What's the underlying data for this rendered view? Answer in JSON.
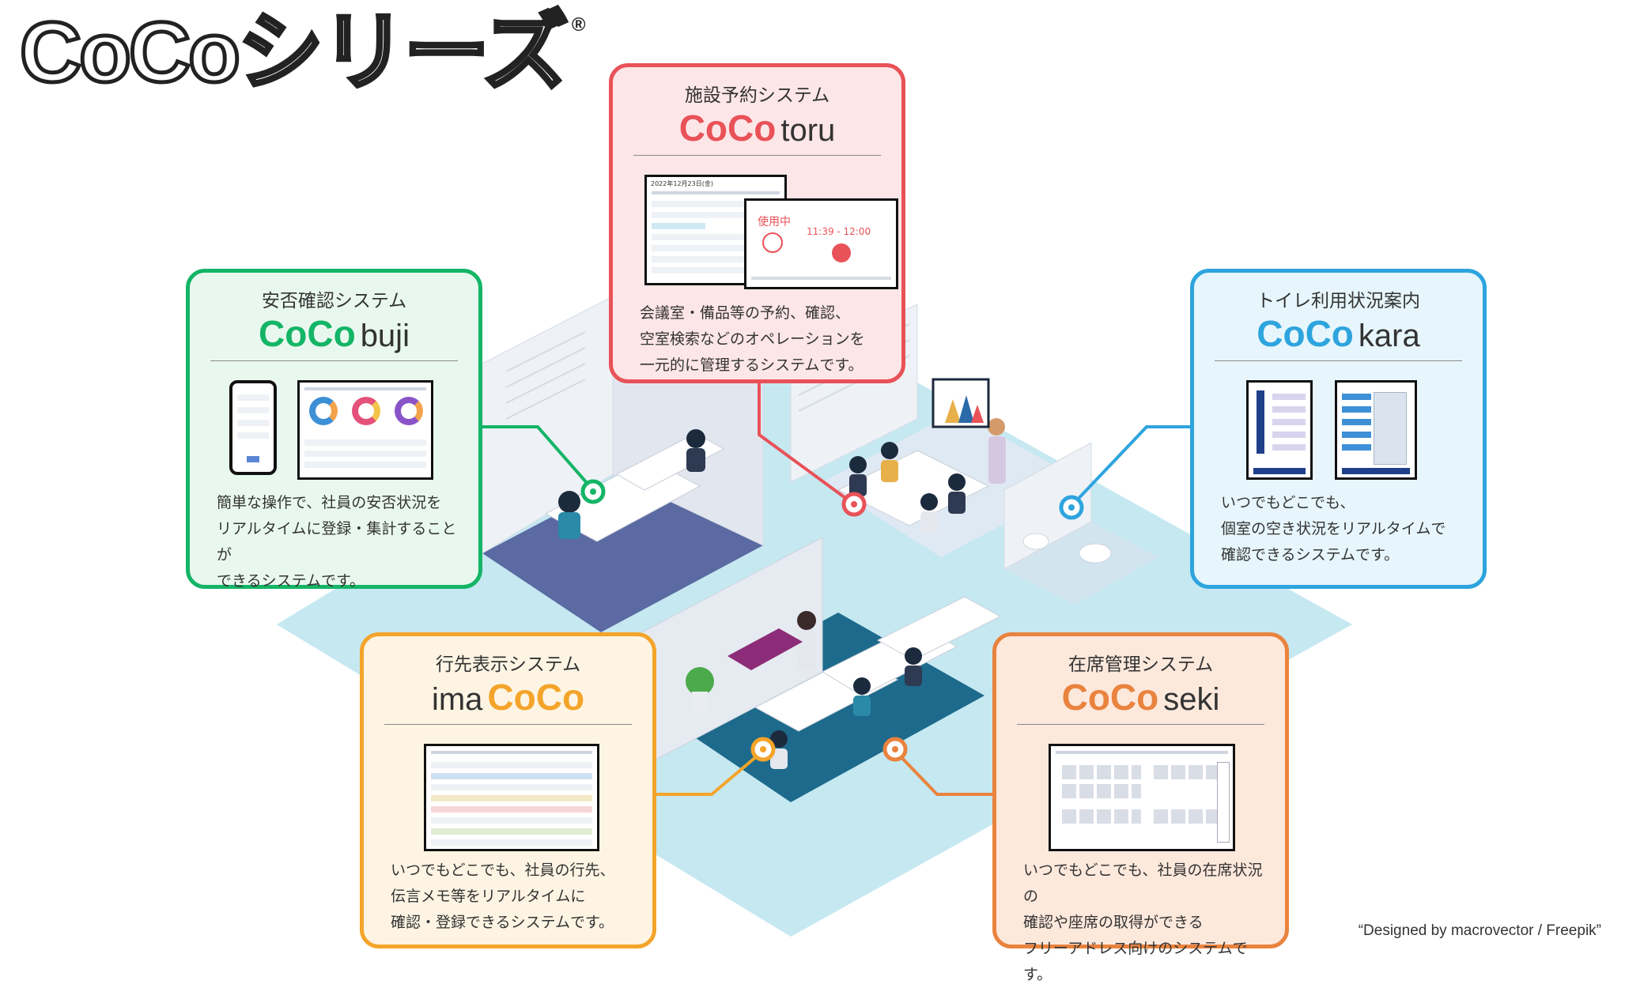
{
  "title": {
    "text": "CoCoシリーズ",
    "registered": "®"
  },
  "credit": "“Designed by macrovector / Freepik”",
  "cards": {
    "toru": {
      "kind": "施設予約システム",
      "brand_accent": "CoCo",
      "brand_suffix": "toru",
      "desc": [
        "会議室・備品等の予約、確認、",
        "空室検索などのオペレーションを",
        "一元的に管理するシステムです。"
      ],
      "screen": {
        "date": "2022年12月23日(金)",
        "status": "使用中",
        "time": "11:39 - 12:00"
      },
      "color": "#e85258"
    },
    "buji": {
      "kind": "安否確認システム",
      "brand_accent": "CoCo",
      "brand_suffix": "buji",
      "desc": [
        "簡単な操作で、社員の安否状況を",
        "リアルタイムに登録・集計することが",
        "できるシステムです。"
      ],
      "color": "#14b566"
    },
    "kara": {
      "kind": "トイレ利用状況案内",
      "brand_accent": "CoCo",
      "brand_suffix": "kara",
      "desc": [
        "いつでもどこでも、",
        "個室の空き状況をリアルタイムで",
        "確認できるシステムです。"
      ],
      "color": "#2ea4de"
    },
    "ima": {
      "kind": "行先表示システム",
      "brand_prefix": "ima",
      "brand_accent": "CoCo",
      "desc": [
        "いつでもどこでも、社員の行先、",
        "伝言メモ等をリアルタイムに",
        "確認・登録できるシステムです。"
      ],
      "color": "#f4a42a"
    },
    "seki": {
      "kind": "在席管理システム",
      "brand_accent": "CoCo",
      "brand_suffix": "seki",
      "desc": [
        "いつでもどこでも、社員の在席状況の",
        "確認や座席の取得ができる",
        "フリーアドレス向けのシステムです。"
      ],
      "color": "#e9833e"
    }
  },
  "colors": {
    "floor_light": "#bfe6ef",
    "floor_blue": "#1f6e8f",
    "floor_navy": "#5a6aa0",
    "wall": "#eef1f6"
  }
}
